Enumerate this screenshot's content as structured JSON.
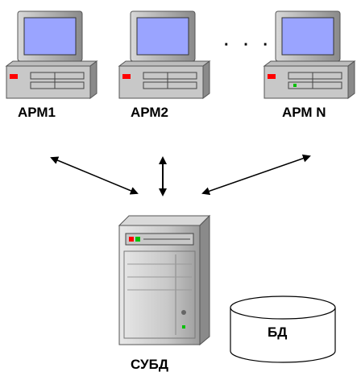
{
  "workstations": [
    {
      "label": "АРМ1"
    },
    {
      "label": "АРМ2"
    },
    {
      "label": "АРМ N"
    }
  ],
  "ellipsis": "· · ·",
  "server": {
    "label": "СУБД"
  },
  "database": {
    "label": "БД"
  },
  "colors": {
    "monitor_case": "#9a9a9a",
    "screen": "#9aa4ff",
    "indicator": "#ff0000",
    "server_case": "#c0c0c0",
    "line": "#000000"
  }
}
